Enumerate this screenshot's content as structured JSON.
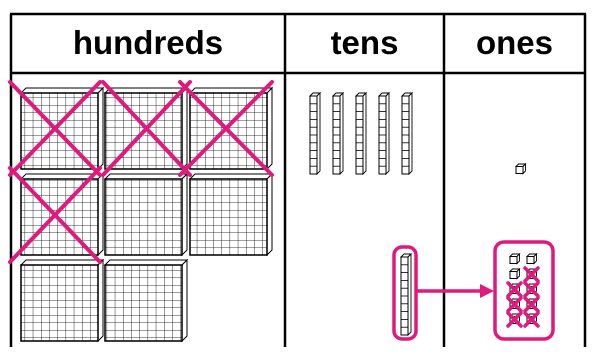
{
  "table": {
    "headers": [
      "hundreds",
      "tens",
      "ones"
    ]
  },
  "blocks": {
    "hundreds_total": 8,
    "hundreds_crossed": 4,
    "tens_total": 6,
    "tens_regrouped": 1,
    "ones_total": 1,
    "ones_from_regroup": 10,
    "ones_crossed": 7
  },
  "colors": {
    "accent": "#e0197d",
    "grid": "#000000"
  },
  "icons": [
    "cross-mark-icon",
    "arrow-right-icon",
    "unit-cube-icon",
    "rod-icon",
    "flat-icon"
  ]
}
